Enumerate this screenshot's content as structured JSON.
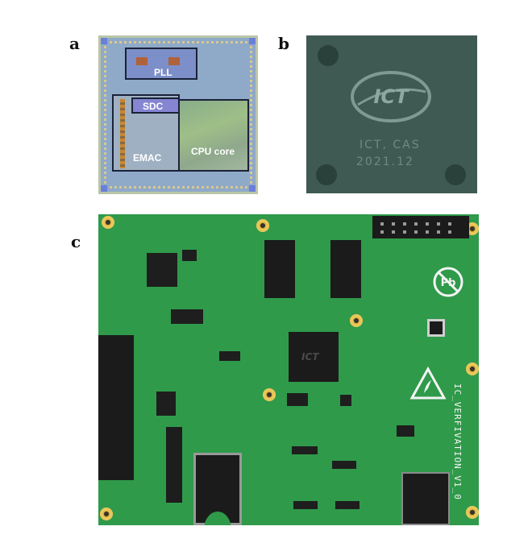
{
  "panels": {
    "a": {
      "letter": "a",
      "blocks": {
        "pll": "PLL",
        "sdc": "SDC",
        "emac": "EMAC",
        "cpu": "CPU core"
      }
    },
    "b": {
      "letter": "b",
      "logo": "ICT",
      "mark_line_1": "ICT, CAS",
      "mark_line_2": "2021.12"
    },
    "c": {
      "letter": "c",
      "board_label": "IC_VERFIVATION_V1_0",
      "soc_logo": "ICT"
    }
  },
  "colors": {
    "die_background": "#8fa9c9",
    "chip_package": "#3f5a52",
    "pcb_green": "#2f9a4a",
    "mounting_hole": "#d4a429"
  },
  "icons": [
    "ict-logo-icon",
    "lead-free-pb-icon",
    "esd-warning-icon"
  ]
}
